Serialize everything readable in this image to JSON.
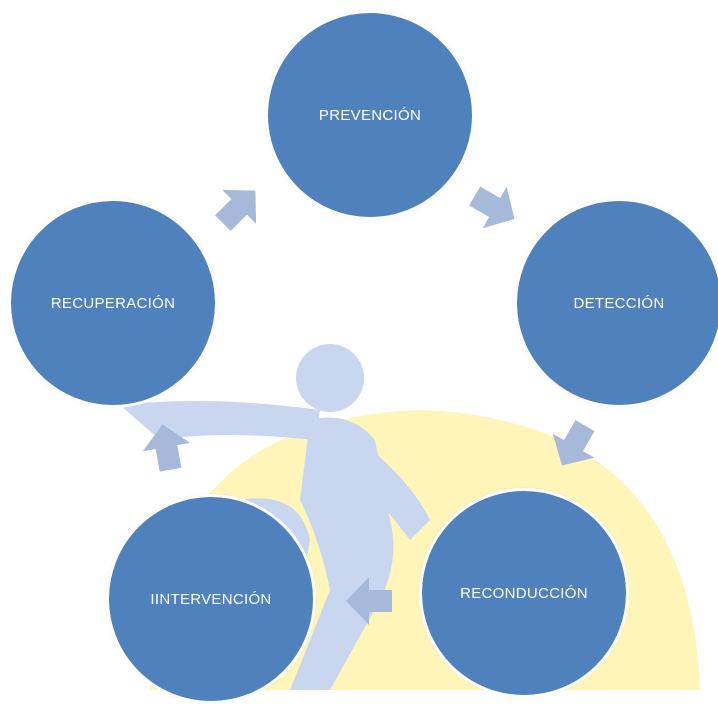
{
  "diagram": {
    "nodes": [
      {
        "id": "prevencion",
        "label": "PREVENCIÓN"
      },
      {
        "id": "deteccion",
        "label": "DETECCIÓN"
      },
      {
        "id": "reconduccion",
        "label": "RECONDUCCIÓN"
      },
      {
        "id": "intervencion",
        "label": "IINTERVENCIÓN"
      },
      {
        "id": "recuperacion",
        "label": "RECUPERACIÓN"
      }
    ],
    "colors": {
      "node_fill": "#4f81bd",
      "arrow_fill": "#a7b9d9",
      "watermark_figure": "#c9d6f0",
      "watermark_sun": "#fff5b8"
    },
    "watermark": "two-figures-helping-logo"
  }
}
